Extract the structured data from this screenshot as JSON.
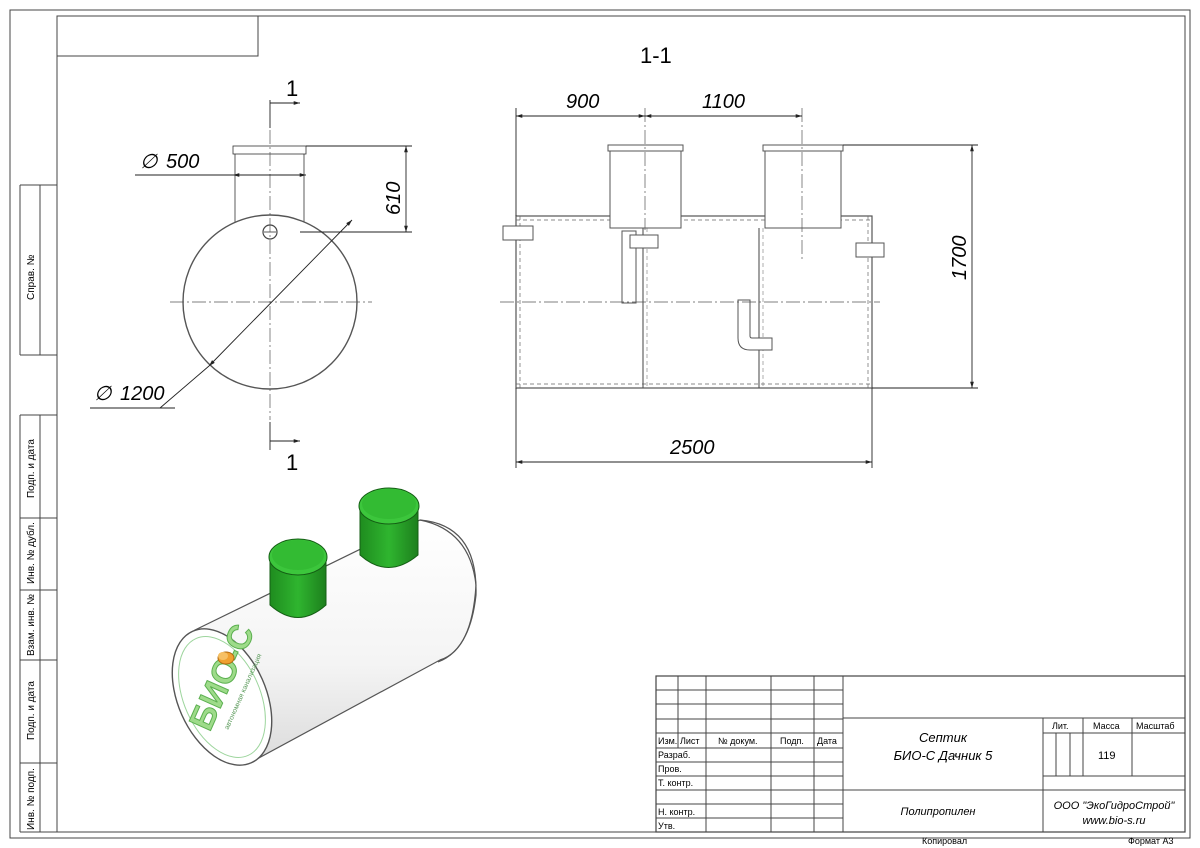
{
  "section_label": "1-1",
  "cut_marker": "1",
  "dims": {
    "neck_diameter": "500",
    "neck_height": "610",
    "body_diameter": "1200",
    "neck_spacing_1": "900",
    "neck_spacing_2": "1100",
    "height": "1700",
    "length": "2500"
  },
  "diameter_symbol": "∅",
  "logo": {
    "text": "БИО-С",
    "subtitle": "автономная канализация"
  },
  "side_stamp": [
    "Справ. №",
    "Подп. и дата",
    "Инв. № дубл.",
    "Взам. инв. №",
    "Подп. и дата",
    "Инв. № подп."
  ],
  "title_block": {
    "headers": [
      "Изм.",
      "Лист",
      "№ докум.",
      "Подп.",
      "Дата"
    ],
    "rows": [
      "Разраб.",
      "Пров.",
      "Т. контр.",
      "",
      "Н. контр.",
      "Утв."
    ],
    "title_line1": "Септик",
    "title_line2": "БИО-С Дачник 5",
    "material": "Полипропилен",
    "col_lit": "Лит.",
    "col_mass": "Масса",
    "col_scale": "Масштаб",
    "mass_value": "119",
    "company_line1": "ООО \"ЭкоГидроСтрой\"",
    "company_line2": "www.bio-s.ru",
    "copied": "Копировал",
    "format": "Формат А3"
  },
  "colors": {
    "lid_green": "#2fa52f",
    "lid_top": "#3cc63c",
    "pipe_orange": "#f0a030"
  }
}
